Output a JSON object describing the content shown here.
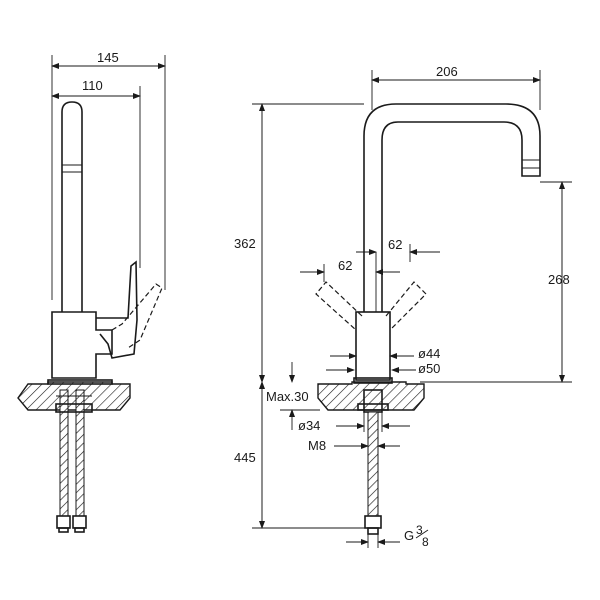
{
  "side_view": {
    "dim_total_width": "145",
    "dim_reach": "110"
  },
  "front_view": {
    "dim_spout_reach": "206",
    "dim_total_height": "362",
    "dim_spout_height": "268",
    "dim_handle_left": "62",
    "dim_handle_right": "62",
    "dim_body_diameter": "ø44",
    "dim_base_diameter": "ø50",
    "dim_max_thickness": "Max.30",
    "dim_shank_diameter": "ø34",
    "dim_stud": "M8",
    "dim_hose_length": "445",
    "dim_connection": "G",
    "dim_connection_fraction_num": "3",
    "dim_connection_fraction_den": "8"
  }
}
